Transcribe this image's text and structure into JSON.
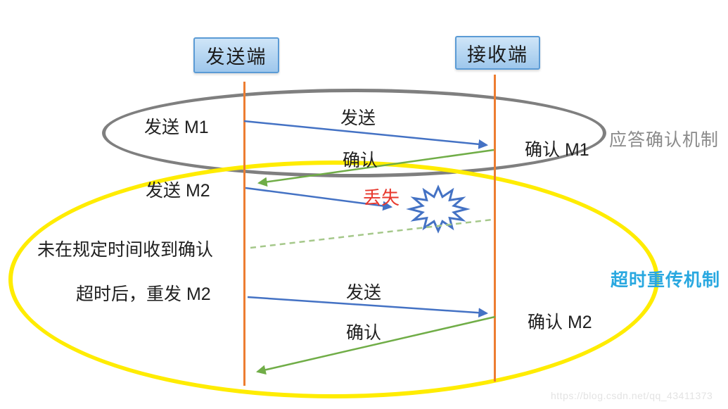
{
  "actors": {
    "sender": "发送端",
    "receiver": "接收端"
  },
  "ack_phase": {
    "event_send": "发送 M1",
    "msg_arrow_label": "发送",
    "ack_arrow_label": "确认",
    "event_ack": "确认 M1",
    "mechanism": "应答确认机制"
  },
  "timeout_phase": {
    "event_send": "发送 M2",
    "loss_label": "丢失",
    "no_ack_note": "未在规定时间收到确认",
    "resend_note": "超时后，重发 M2",
    "msg_arrow_label": "发送",
    "event_ack": "确认 M2",
    "ack_arrow_label": "确认",
    "mechanism": "超时重传机制"
  },
  "watermark": "https://blog.csdn.net/qq_43411373",
  "colors": {
    "lifeline": "#ED7D31",
    "send_arrow": "#4472C4",
    "ack_arrow": "#70AD47",
    "lost_ack_dashed": "#A5C88A",
    "ack_ellipse": "#7F7F7F",
    "timeout_ellipse": "#FFEC00",
    "loss_text": "#E8392E",
    "ack_mechanism_text": "#8A8A8A",
    "timeout_mechanism_text": "#29A8E0",
    "actor_box_border": "#5B9BD5",
    "explosion_outline": "#4472C4"
  }
}
